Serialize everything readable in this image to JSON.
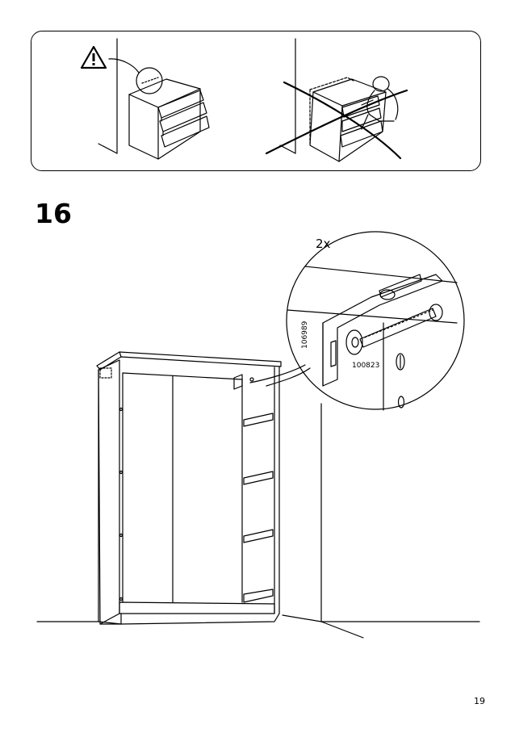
{
  "step": {
    "number": "16"
  },
  "callout": {
    "quantity": "2x",
    "part_code_a": "106989",
    "part_code_b": "100823"
  },
  "page": {
    "number": "19"
  },
  "icons": {
    "warning": "warning-triangle-icon",
    "prohibited": "prohibited-cross-icon"
  }
}
